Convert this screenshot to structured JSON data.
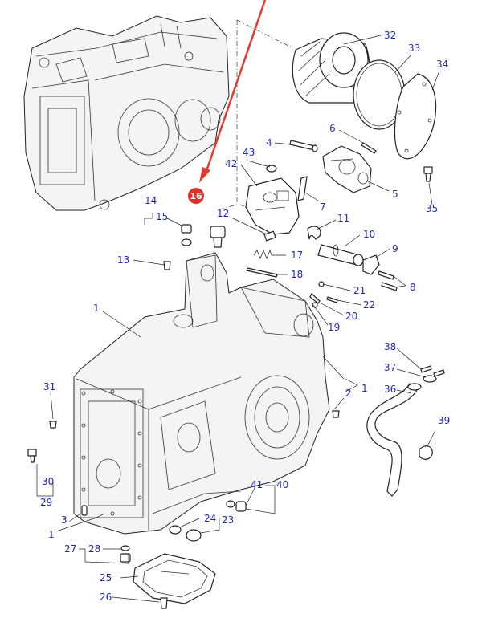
{
  "diagram": {
    "highlight": {
      "label": "16",
      "color": "#d9312b"
    },
    "pointer_color": "#e23a2e",
    "label_color": "#1f2bb4",
    "callouts": [
      {
        "id": "c32",
        "text": "32"
      },
      {
        "id": "c33",
        "text": "33"
      },
      {
        "id": "c34",
        "text": "34"
      },
      {
        "id": "c6",
        "text": "6"
      },
      {
        "id": "c43",
        "text": "43"
      },
      {
        "id": "c4",
        "text": "4"
      },
      {
        "id": "c42",
        "text": "42"
      },
      {
        "id": "c5",
        "text": "5"
      },
      {
        "id": "c35",
        "text": "35"
      },
      {
        "id": "c7",
        "text": "7"
      },
      {
        "id": "c14",
        "text": "14"
      },
      {
        "id": "c15",
        "text": "15"
      },
      {
        "id": "c12",
        "text": "12"
      },
      {
        "id": "c11",
        "text": "11"
      },
      {
        "id": "c10",
        "text": "10"
      },
      {
        "id": "c9",
        "text": "9"
      },
      {
        "id": "c13",
        "text": "13"
      },
      {
        "id": "c17",
        "text": "17"
      },
      {
        "id": "c18",
        "text": "18"
      },
      {
        "id": "c8",
        "text": "8"
      },
      {
        "id": "c21",
        "text": "21"
      },
      {
        "id": "c22",
        "text": "22"
      },
      {
        "id": "c20",
        "text": "20"
      },
      {
        "id": "c19",
        "text": "19"
      },
      {
        "id": "c1a",
        "text": "1"
      },
      {
        "id": "c38",
        "text": "38"
      },
      {
        "id": "c37",
        "text": "37"
      },
      {
        "id": "c36",
        "text": "36"
      },
      {
        "id": "c2",
        "text": "2"
      },
      {
        "id": "c1b",
        "text": "1"
      },
      {
        "id": "c31",
        "text": "31"
      },
      {
        "id": "c39",
        "text": "39"
      },
      {
        "id": "c30",
        "text": "30"
      },
      {
        "id": "c29",
        "text": "29"
      },
      {
        "id": "c41",
        "text": "41"
      },
      {
        "id": "c40",
        "text": "40"
      },
      {
        "id": "c3",
        "text": "3"
      },
      {
        "id": "c24",
        "text": "24"
      },
      {
        "id": "c23",
        "text": "23"
      },
      {
        "id": "c1c",
        "text": "1"
      },
      {
        "id": "c27",
        "text": "27"
      },
      {
        "id": "c28",
        "text": "28"
      },
      {
        "id": "c25",
        "text": "25"
      },
      {
        "id": "c26",
        "text": "26"
      }
    ]
  }
}
